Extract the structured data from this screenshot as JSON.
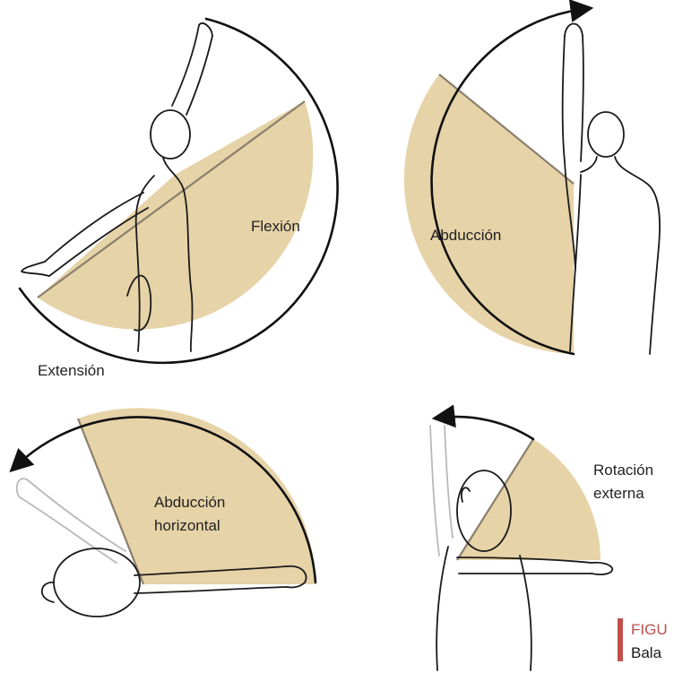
{
  "colors": {
    "sector_fill": "#e6d3a7",
    "sector_edge": "#8a7f6c",
    "line": "#1a1a1a",
    "ghost": "#b9b9b9",
    "caption_bar": "#c0504d",
    "caption_text": "#c0504d"
  },
  "panels": {
    "flexion": {
      "sector_label": "Flexión",
      "outside_label": "Extensión"
    },
    "abduction": {
      "sector_label": "Abducción"
    },
    "horizontal_abduction": {
      "sector_label_line1": "Abducción",
      "sector_label_line2": "horizontal"
    },
    "external_rotation": {
      "label_line1": "Rotación",
      "label_line2": "externa"
    }
  },
  "caption": {
    "line1": "FIGU",
    "line2": "Bala"
  }
}
